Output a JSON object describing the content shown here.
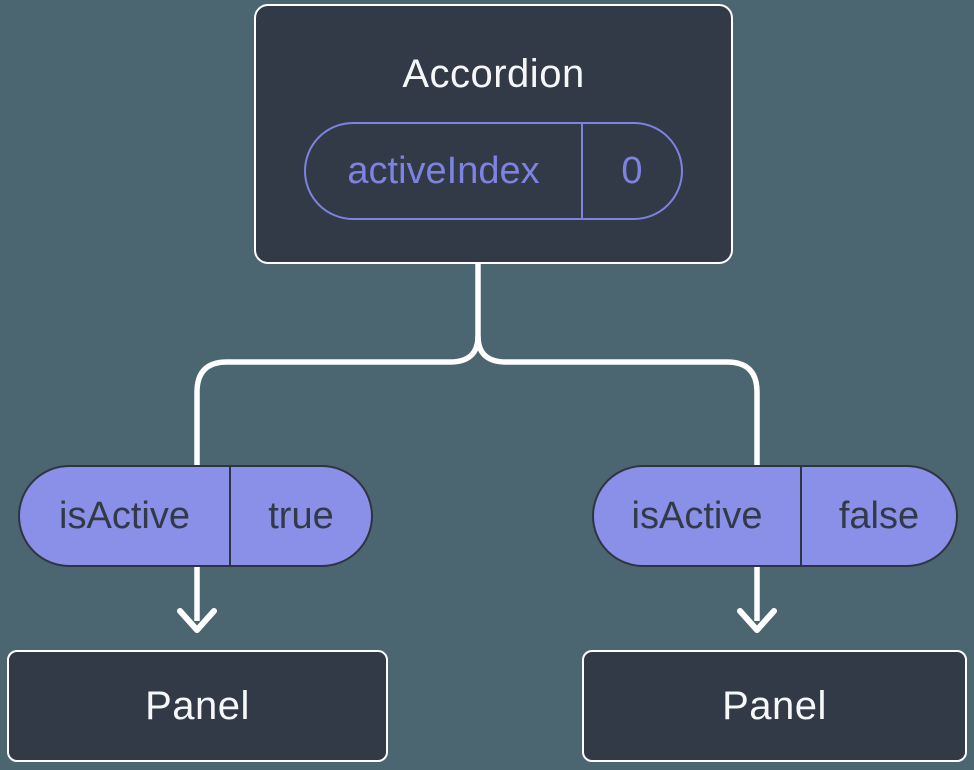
{
  "diagram": {
    "root": {
      "title": "Accordion",
      "state_pill": {
        "label": "activeIndex",
        "value": "0"
      }
    },
    "children": [
      {
        "prop_pill": {
          "label": "isActive",
          "value": "true"
        },
        "node_title": "Panel"
      },
      {
        "prop_pill": {
          "label": "isActive",
          "value": "false"
        },
        "node_title": "Panel"
      }
    ]
  },
  "colors": {
    "bg": "#4B6670",
    "node-fill": "#333A47",
    "node-border": "#FFFFFF",
    "accent": "#7C83E0",
    "pill-fill": "#8A8FE8",
    "pill-border": "#2E3541",
    "pill-text": "#333A47",
    "line": "#FFFFFF",
    "text-light": "#F6F7F9"
  }
}
